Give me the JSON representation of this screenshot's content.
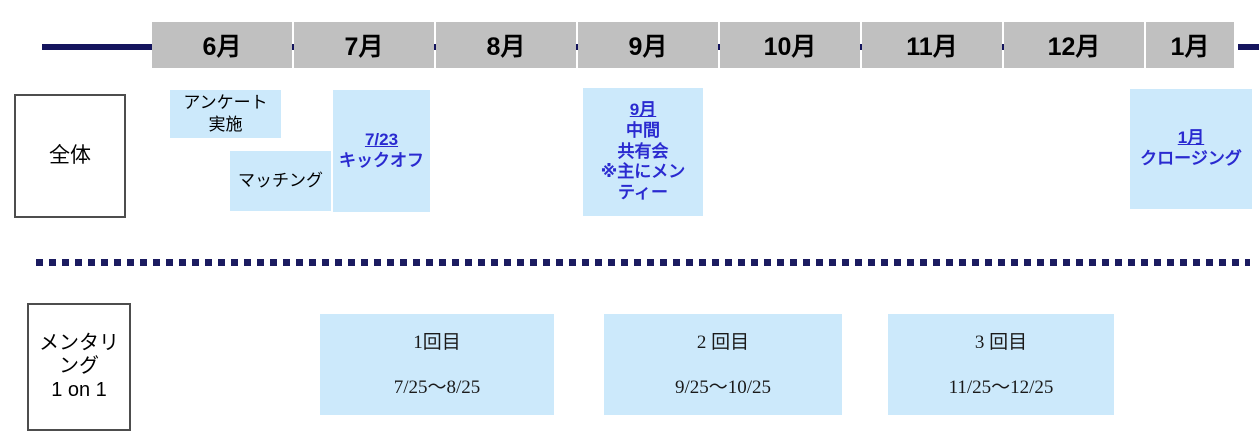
{
  "timeline": {
    "axis_color": "#15155e",
    "month_box_color": "#c0c0c0",
    "months": [
      {
        "label": "6月"
      },
      {
        "label": "7月"
      },
      {
        "label": "8月"
      },
      {
        "label": "9月"
      },
      {
        "label": "10月"
      },
      {
        "label": "11月"
      },
      {
        "label": "12月"
      },
      {
        "label": "1月"
      }
    ]
  },
  "rows": {
    "overall": {
      "label": "全体",
      "events": [
        {
          "name": "survey",
          "line1": "アンケート",
          "line2": "実施"
        },
        {
          "name": "matching",
          "line1": "マッチング"
        },
        {
          "name": "kickoff",
          "underlined": "7/23",
          "line2": "キックオフ"
        },
        {
          "name": "midterm",
          "underlined": "9月",
          "line2": "中間",
          "line3": "共有会",
          "line4": "※主にメン",
          "line5": "ティー"
        },
        {
          "name": "closing",
          "underlined": "1月",
          "line2": "クロージング"
        }
      ]
    },
    "mentoring": {
      "label": "メンタリ\nング\n1 on 1",
      "sessions": [
        {
          "title": "1回目",
          "range": "7/25〜8/25"
        },
        {
          "title": "2 回目",
          "range": "9/25〜10/25"
        },
        {
          "title": "3 回目",
          "range": "11/25〜12/25"
        }
      ]
    }
  },
  "colors": {
    "event_fill": "#cce9fb",
    "highlight_text": "#2a2ad0",
    "axis": "#15155e",
    "month_fill": "#c0c0c0",
    "label_border": "#4d4d4d"
  }
}
